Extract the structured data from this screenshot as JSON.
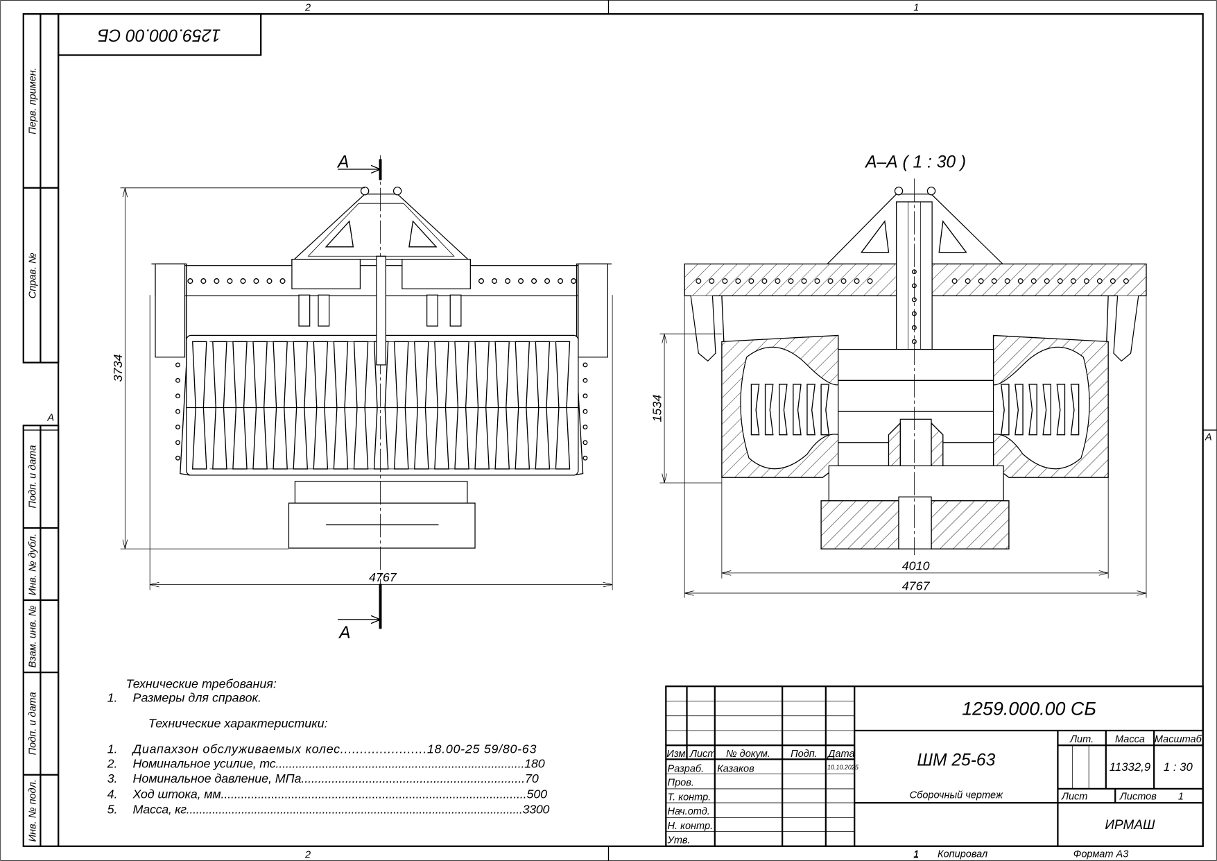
{
  "sheet": {
    "zone_top_left": "2",
    "zone_top_right": "1",
    "zone_bottom_left": "2",
    "zone_bottom_right": "1",
    "zone_left": "А",
    "zone_right": "А",
    "stamp_rotated": "1259.000.00 СБ"
  },
  "sidebar": {
    "labels": [
      "Перв. примен.",
      "Справ. №",
      "Подп. и дата",
      "Инв. № дубл.",
      "Взам. инв. №",
      "Подп. и дата",
      "Инв. № подл."
    ]
  },
  "views": {
    "front": {
      "section_mark_top": "А",
      "section_mark_bottom": "А",
      "dim_height": "3734",
      "dim_width": "4767"
    },
    "section": {
      "title": "А–А ( 1 : 30 )",
      "dim_height": "1534",
      "dim_inner_width": "4010",
      "dim_width": "4767"
    }
  },
  "notes": {
    "requirements_title": "Технические требования:",
    "requirements": [
      {
        "num": "1.",
        "text": "Размеры для справок."
      }
    ],
    "specs_title": "Технические характеристики:",
    "specs": [
      {
        "num": "1.",
        "text": "Диапахзон обслуживаемых колес......................18.00-25   59/80-63"
      },
      {
        "num": "2.",
        "text": "Номинальное усилие, тс...........................................................................180"
      },
      {
        "num": "3.",
        "text": "Номинальное давление, МПа..................................................................70"
      },
      {
        "num": "4.",
        "text": "Ход штока, мм...........................................................................................500"
      },
      {
        "num": "5.",
        "text": "Масса, кг........................................................................................................3300"
      }
    ]
  },
  "title_block": {
    "designation": "1259.000.00 СБ",
    "name": "ШМ 25-63",
    "doc_type": "Сборочный чертеж",
    "headers": {
      "izm": "Изм.",
      "list": "Лист",
      "doc_no": "№ докум.",
      "sign": "Подп.",
      "date": "Дата"
    },
    "roles": [
      "Разраб.",
      "Пров.",
      "Т. контр.",
      "Нач.отд.",
      "Н. контр.",
      "Утв."
    ],
    "developer": "Казаков",
    "developer_date": "10.10.2025",
    "lit_label": "Лит.",
    "mass_label": "Масса",
    "scale_label": "Масштаб",
    "mass": "11332,9",
    "scale": "1 : 30",
    "sheet_label": "Лист",
    "sheets_label": "Листов",
    "sheets": "1",
    "organization": "ИРМАШ",
    "copied_num": "1",
    "copied_label": "Копировал",
    "format": "Формат А3"
  }
}
